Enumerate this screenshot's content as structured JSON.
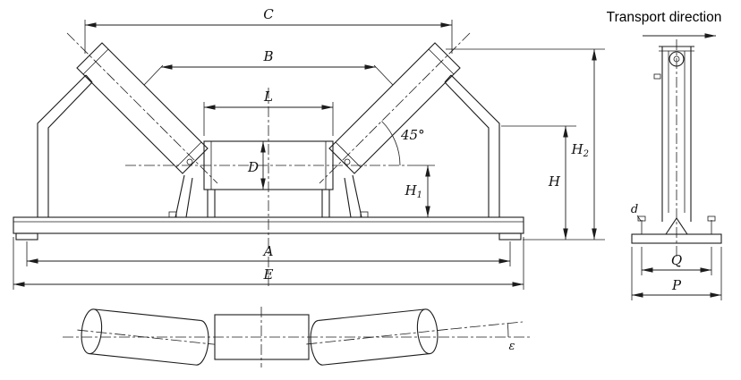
{
  "side_view": {
    "transport_direction": "Transport direction",
    "dims": {
      "d": "d",
      "Q": "Q",
      "P": "P"
    }
  },
  "front_view": {
    "dims": {
      "C": "C",
      "B": "B",
      "L": "L",
      "D": "D",
      "A": "A",
      "E": "E",
      "angle": "45°",
      "H": "H",
      "H1": {
        "base": "H",
        "sub": "1"
      },
      "H2": {
        "base": "H",
        "sub": "2"
      }
    }
  },
  "plan_view": {
    "dims": {
      "epsilon": "ε"
    }
  }
}
